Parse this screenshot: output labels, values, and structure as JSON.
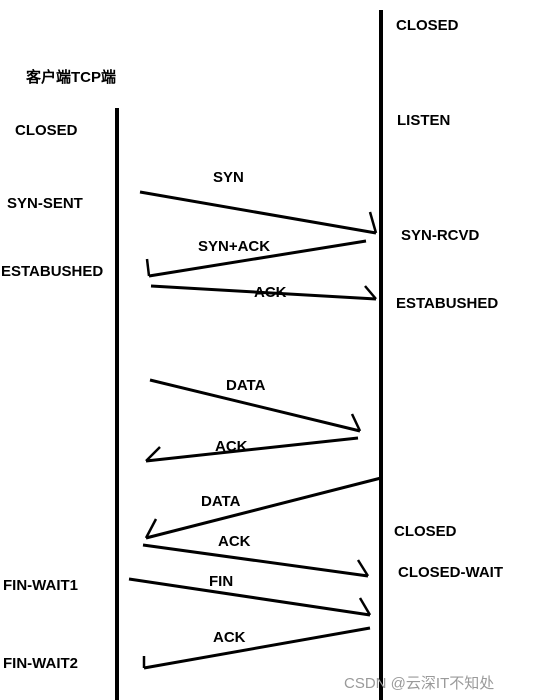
{
  "client": {
    "title": "客户端TCP端",
    "states": [
      "CLOSED",
      "SYN-SENT",
      "ESTABUSHED",
      "FIN-WAIT1",
      "FIN-WAIT2"
    ]
  },
  "server": {
    "states": [
      "CLOSED",
      "LISTEN",
      "SYN-RCVD",
      "ESTABUSHED",
      "CLOSED",
      "CLOSED-WAIT"
    ]
  },
  "messages": [
    "SYN",
    "SYN+ACK",
    "ACK",
    "DATA",
    "ACK",
    "DATA",
    "ACK",
    "FIN",
    "ACK"
  ],
  "watermark": "CSDN @云深IT不知处"
}
